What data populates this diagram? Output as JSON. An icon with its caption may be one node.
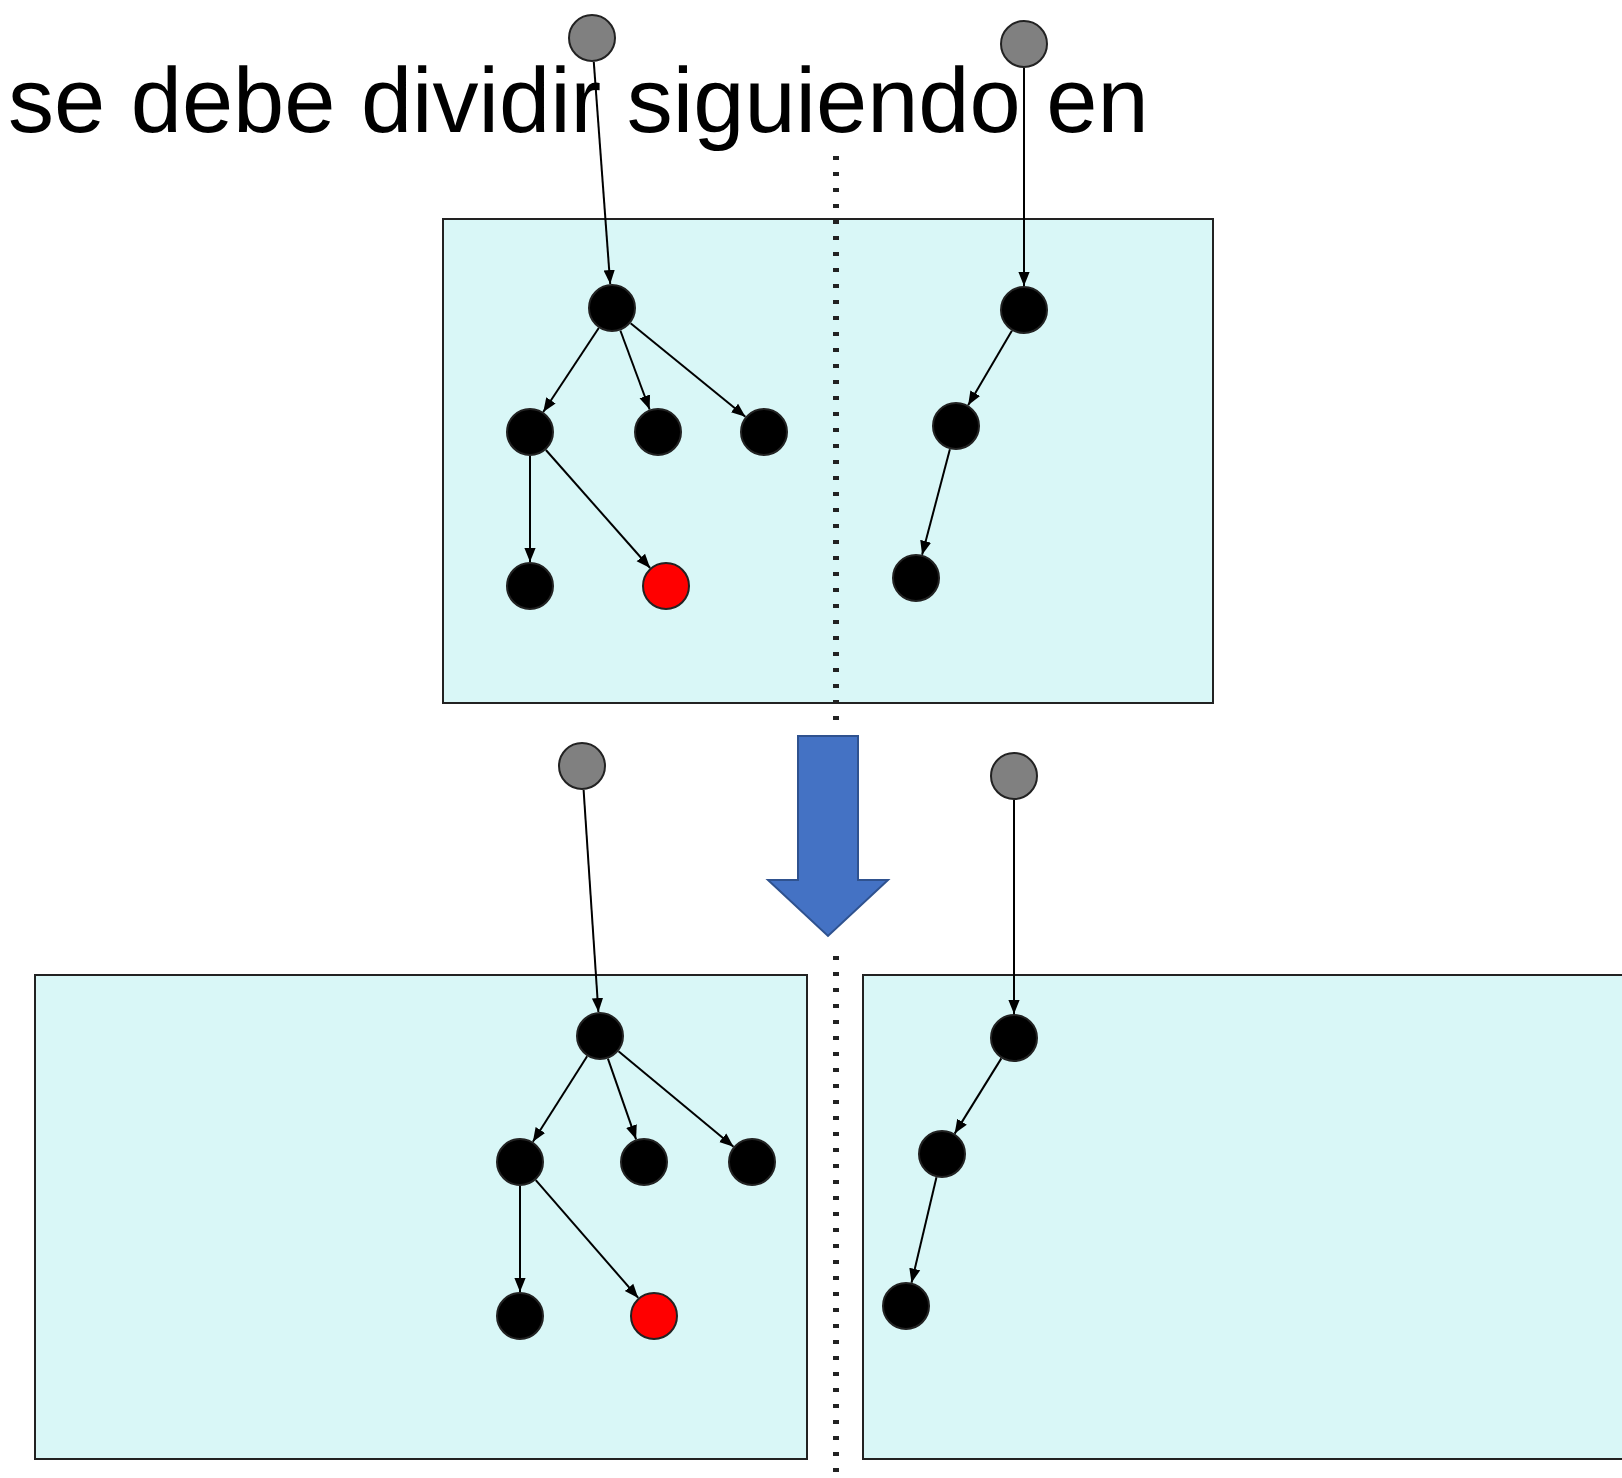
{
  "diagram": {
    "title": "se debe dividir siguiendo en",
    "nodes": [
      {
        "text": [],
        "shape": "circle"
      },
      {
        "text": [],
        "shape": "circle"
      },
      {
        "text": [],
        "shape": "box"
      },
      {
        "text": [],
        "shape": "circle",
        "in": 2
      },
      {
        "text": [],
        "shape": "circle",
        "in": 2
      },
      {
        "text": [],
        "shape": "circle",
        "in": 2
      },
      {
        "text": [],
        "shape": "circle",
        "in": 2
      },
      {
        "text": [],
        "shape": "circle",
        "in": 2
      },
      {
        "text": [],
        "shape": "circle",
        "in": 2
      },
      {
        "text": [],
        "shape": "circle",
        "in": 2
      },
      {
        "text": [],
        "shape": "circle",
        "in": 2
      },
      {
        "text": [],
        "shape": "circle",
        "in": 2
      },
      {
        "text": [],
        "shape": "circle"
      },
      {
        "text": [],
        "shape": "circle"
      },
      {
        "text": [],
        "shape": "box"
      },
      {
        "text": [],
        "shape": "circle",
        "in": 14
      },
      {
        "text": [],
        "shape": "circle",
        "in": 14
      },
      {
        "text": [],
        "shape": "circle",
        "in": 14
      },
      {
        "text": [],
        "shape": "circle",
        "in": 14
      },
      {
        "text": [],
        "shape": "circle",
        "in": 14
      },
      {
        "text": [],
        "shape": "circle",
        "in": 14
      },
      {
        "text": [],
        "shape": "box"
      },
      {
        "text": [],
        "shape": "circle",
        "in": 21
      },
      {
        "text": [],
        "shape": "circle",
        "in": 21
      },
      {
        "text": [],
        "shape": "circle",
        "in": 21
      }
    ],
    "edges": [
      {
        "from": 0,
        "to": 3,
        "arrow": "to"
      },
      {
        "from": 3,
        "to": 4,
        "arrow": "to"
      },
      {
        "from": 3,
        "to": 5,
        "arrow": "to"
      },
      {
        "from": 3,
        "to": 6,
        "arrow": "to"
      },
      {
        "from": 4,
        "to": 7,
        "arrow": "to"
      },
      {
        "from": 4,
        "to": 8,
        "arrow": "to"
      },
      {
        "from": 1,
        "to": 9,
        "arrow": "to"
      },
      {
        "from": 9,
        "to": 10,
        "arrow": "to"
      },
      {
        "from": 10,
        "to": 11,
        "arrow": "to"
      },
      {
        "from": 2,
        "to": null,
        "arrow": "to",
        "style": "thick",
        "color": "#4472c4"
      },
      {
        "from": 12,
        "to": 15,
        "arrow": "to"
      },
      {
        "from": 15,
        "to": 16,
        "arrow": "to"
      },
      {
        "from": 15,
        "to": 17,
        "arrow": "to"
      },
      {
        "from": 15,
        "to": 18,
        "arrow": "to"
      },
      {
        "from": 16,
        "to": 19,
        "arrow": "to"
      },
      {
        "from": 16,
        "to": 20,
        "arrow": "to"
      },
      {
        "from": 13,
        "to": 22,
        "arrow": "to"
      },
      {
        "from": 22,
        "to": 23,
        "arrow": "to"
      },
      {
        "from": 23,
        "to": 24,
        "arrow": "to"
      }
    ]
  }
}
